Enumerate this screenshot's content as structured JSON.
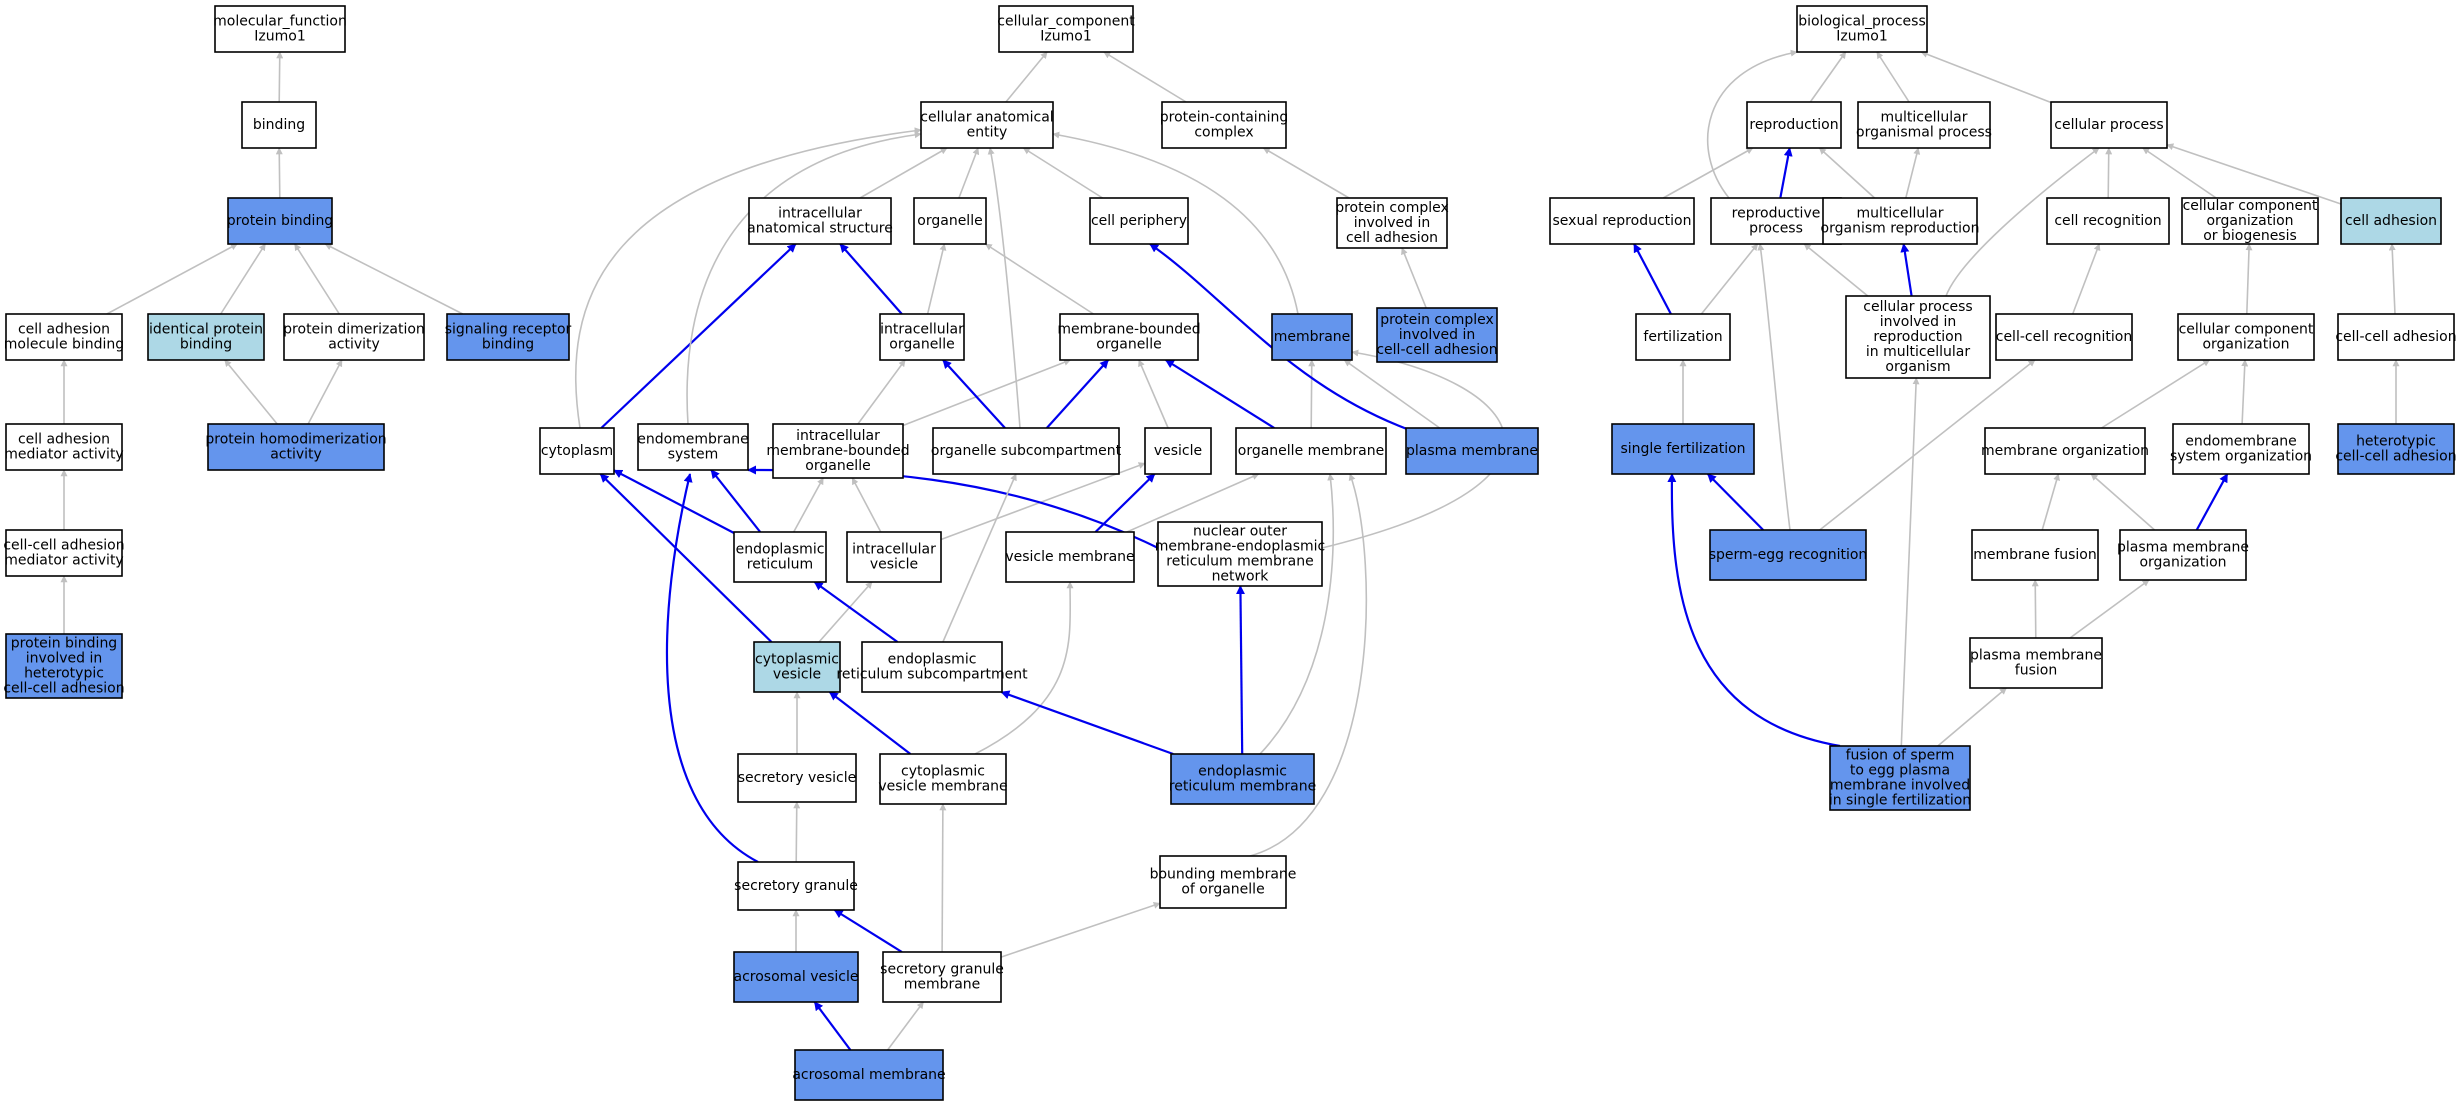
{
  "colors": {
    "default_fill": "#ffffff",
    "highlight_fill": "#6495ed",
    "light_fill": "#add8e6",
    "regulates_edge": "#0000ee",
    "is_a_edge": "#c0c0c0"
  },
  "nodes": [
    {
      "id": "mf",
      "lines": [
        "molecular_function",
        "Izumo1"
      ],
      "fill": "default"
    },
    {
      "id": "binding",
      "lines": [
        "binding"
      ],
      "fill": "default"
    },
    {
      "id": "protbind",
      "lines": [
        "protein binding"
      ],
      "fill": "highlight"
    },
    {
      "id": "cam_bind",
      "lines": [
        "cell adhesion",
        "molecule binding"
      ],
      "fill": "default"
    },
    {
      "id": "ident",
      "lines": [
        "identical protein",
        "binding"
      ],
      "fill": "light"
    },
    {
      "id": "dimer",
      "lines": [
        "protein dimerization",
        "activity"
      ],
      "fill": "default"
    },
    {
      "id": "sigrec",
      "lines": [
        "signaling receptor",
        "binding"
      ],
      "fill": "highlight"
    },
    {
      "id": "homodimer",
      "lines": [
        "protein homodimerization",
        "activity"
      ],
      "fill": "highlight"
    },
    {
      "id": "ca_med",
      "lines": [
        "cell adhesion",
        "mediator activity"
      ],
      "fill": "default"
    },
    {
      "id": "cc_med",
      "lines": [
        "cell-cell adhesion",
        "mediator activity"
      ],
      "fill": "default"
    },
    {
      "id": "pb_hetero",
      "lines": [
        "protein binding",
        "involved in",
        "heterotypic",
        "cell-cell adhesion"
      ],
      "fill": "highlight"
    },
    {
      "id": "cc",
      "lines": [
        "cellular_component",
        "Izumo1"
      ],
      "fill": "default"
    },
    {
      "id": "cae",
      "lines": [
        "cellular anatomical",
        "entity"
      ],
      "fill": "default"
    },
    {
      "id": "pcc",
      "lines": [
        "protein-containing",
        "complex"
      ],
      "fill": "default"
    },
    {
      "id": "ias",
      "lines": [
        "intracellular",
        "anatomical structure"
      ],
      "fill": "default"
    },
    {
      "id": "organelle",
      "lines": [
        "organelle"
      ],
      "fill": "default"
    },
    {
      "id": "periphery",
      "lines": [
        "cell periphery"
      ],
      "fill": "default"
    },
    {
      "id": "pc_adh",
      "lines": [
        "protein complex",
        "involved in",
        "cell adhesion"
      ],
      "fill": "default"
    },
    {
      "id": "io",
      "lines": [
        "intracellular",
        "organelle"
      ],
      "fill": "default"
    },
    {
      "id": "mbo",
      "lines": [
        "membrane-bounded",
        "organelle"
      ],
      "fill": "default"
    },
    {
      "id": "membrane",
      "lines": [
        "membrane"
      ],
      "fill": "highlight"
    },
    {
      "id": "pc_ccadh",
      "lines": [
        "protein complex",
        "involved in",
        "cell-cell adhesion"
      ],
      "fill": "highlight"
    },
    {
      "id": "cytoplasm",
      "lines": [
        "cytoplasm"
      ],
      "fill": "default"
    },
    {
      "id": "endomem",
      "lines": [
        "endomembrane",
        "system"
      ],
      "fill": "default"
    },
    {
      "id": "imbo",
      "lines": [
        "intracellular",
        "membrane-bounded",
        "organelle"
      ],
      "fill": "default"
    },
    {
      "id": "osub",
      "lines": [
        "organelle subcompartment"
      ],
      "fill": "default"
    },
    {
      "id": "vesicle",
      "lines": [
        "vesicle"
      ],
      "fill": "default"
    },
    {
      "id": "omem",
      "lines": [
        "organelle membrane"
      ],
      "fill": "default"
    },
    {
      "id": "pmem",
      "lines": [
        "plasma membrane"
      ],
      "fill": "highlight"
    },
    {
      "id": "er",
      "lines": [
        "endoplasmic",
        "reticulum"
      ],
      "fill": "default"
    },
    {
      "id": "iv",
      "lines": [
        "intracellular",
        "vesicle"
      ],
      "fill": "default"
    },
    {
      "id": "vmem",
      "lines": [
        "vesicle membrane"
      ],
      "fill": "default"
    },
    {
      "id": "nucer",
      "lines": [
        "nuclear outer",
        "membrane-endoplasmic",
        "reticulum membrane",
        "network"
      ],
      "fill": "default"
    },
    {
      "id": "cytves",
      "lines": [
        "cytoplasmic",
        "vesicle"
      ],
      "fill": "light"
    },
    {
      "id": "ersub",
      "lines": [
        "endoplasmic",
        "reticulum subcompartment"
      ],
      "fill": "default"
    },
    {
      "id": "secves",
      "lines": [
        "secretory vesicle"
      ],
      "fill": "default"
    },
    {
      "id": "cvm",
      "lines": [
        "cytoplasmic",
        "vesicle membrane"
      ],
      "fill": "default"
    },
    {
      "id": "ermem",
      "lines": [
        "endoplasmic",
        "reticulum membrane"
      ],
      "fill": "highlight"
    },
    {
      "id": "secgran",
      "lines": [
        "secretory granule"
      ],
      "fill": "default"
    },
    {
      "id": "bmo",
      "lines": [
        "bounding membrane",
        "of organelle"
      ],
      "fill": "default"
    },
    {
      "id": "acrves",
      "lines": [
        "acrosomal vesicle"
      ],
      "fill": "highlight"
    },
    {
      "id": "sgm",
      "lines": [
        "secretory granule",
        "membrane"
      ],
      "fill": "default"
    },
    {
      "id": "acrmem",
      "lines": [
        "acrosomal membrane"
      ],
      "fill": "highlight"
    },
    {
      "id": "bp",
      "lines": [
        "biological_process",
        "Izumo1"
      ],
      "fill": "default"
    },
    {
      "id": "repro",
      "lines": [
        "reproduction"
      ],
      "fill": "default"
    },
    {
      "id": "mop",
      "lines": [
        "multicellular",
        "organismal process"
      ],
      "fill": "default"
    },
    {
      "id": "cellproc",
      "lines": [
        "cellular process"
      ],
      "fill": "default"
    },
    {
      "id": "sexrep",
      "lines": [
        "sexual reproduction"
      ],
      "fill": "default"
    },
    {
      "id": "repproc",
      "lines": [
        "reproductive",
        "process"
      ],
      "fill": "default"
    },
    {
      "id": "mor",
      "lines": [
        "multicellular",
        "organism reproduction"
      ],
      "fill": "default"
    },
    {
      "id": "cellrec",
      "lines": [
        "cell recognition"
      ],
      "fill": "default"
    },
    {
      "id": "ccob",
      "lines": [
        "cellular component",
        "organization",
        "or biogenesis"
      ],
      "fill": "default"
    },
    {
      "id": "celladh",
      "lines": [
        "cell adhesion"
      ],
      "fill": "light"
    },
    {
      "id": "fert",
      "lines": [
        "fertilization"
      ],
      "fill": "default"
    },
    {
      "id": "cpirm",
      "lines": [
        "cellular process",
        "involved in",
        "reproduction",
        "in multicellular",
        "organism"
      ],
      "fill": "default"
    },
    {
      "id": "ccrec",
      "lines": [
        "cell-cell recognition"
      ],
      "fill": "default"
    },
    {
      "id": "cco",
      "lines": [
        "cellular component",
        "organization"
      ],
      "fill": "default"
    },
    {
      "id": "ccadh",
      "lines": [
        "cell-cell adhesion"
      ],
      "fill": "default"
    },
    {
      "id": "singfert",
      "lines": [
        "single fertilization"
      ],
      "fill": "highlight"
    },
    {
      "id": "memorg",
      "lines": [
        "membrane organization"
      ],
      "fill": "default"
    },
    {
      "id": "esorg",
      "lines": [
        "endomembrane",
        "system organization"
      ],
      "fill": "default"
    },
    {
      "id": "hetcc",
      "lines": [
        "heterotypic",
        "cell-cell adhesion"
      ],
      "fill": "highlight"
    },
    {
      "id": "sperm",
      "lines": [
        "sperm-egg recognition"
      ],
      "fill": "highlight"
    },
    {
      "id": "memfus",
      "lines": [
        "membrane fusion"
      ],
      "fill": "default"
    },
    {
      "id": "pmorg",
      "lines": [
        "plasma membrane",
        "organization"
      ],
      "fill": "default"
    },
    {
      "id": "pmfus",
      "lines": [
        "plasma membrane",
        "fusion"
      ],
      "fill": "default"
    },
    {
      "id": "fusion",
      "lines": [
        "fusion of sperm",
        "to egg plasma",
        "membrane involved",
        "in single fertilization"
      ],
      "fill": "highlight"
    }
  ],
  "edges": [
    {
      "from": "binding",
      "to": "mf",
      "type": "is_a"
    },
    {
      "from": "protbind",
      "to": "binding",
      "type": "is_a"
    },
    {
      "from": "cam_bind",
      "to": "protbind",
      "type": "is_a"
    },
    {
      "from": "ident",
      "to": "protbind",
      "type": "is_a"
    },
    {
      "from": "dimer",
      "to": "protbind",
      "type": "is_a"
    },
    {
      "from": "sigrec",
      "to": "protbind",
      "type": "is_a"
    },
    {
      "from": "homodimer",
      "to": "ident",
      "type": "is_a"
    },
    {
      "from": "homodimer",
      "to": "dimer",
      "type": "is_a"
    },
    {
      "from": "ca_med",
      "to": "cam_bind",
      "type": "is_a"
    },
    {
      "from": "cc_med",
      "to": "ca_med",
      "type": "is_a"
    },
    {
      "from": "pb_hetero",
      "to": "cc_med",
      "type": "is_a"
    },
    {
      "from": "cae",
      "to": "cc",
      "type": "is_a"
    },
    {
      "from": "pcc",
      "to": "cc",
      "type": "is_a"
    },
    {
      "from": "ias",
      "to": "cae",
      "type": "is_a"
    },
    {
      "from": "organelle",
      "to": "cae",
      "type": "is_a"
    },
    {
      "from": "periphery",
      "to": "cae",
      "type": "is_a"
    },
    {
      "from": "pc_adh",
      "to": "pcc",
      "type": "is_a"
    },
    {
      "from": "io",
      "to": "ias",
      "type": "part_of"
    },
    {
      "from": "io",
      "to": "organelle",
      "type": "is_a"
    },
    {
      "from": "mbo",
      "to": "organelle",
      "type": "is_a"
    },
    {
      "from": "membrane",
      "to": "cae",
      "type": "is_a"
    },
    {
      "from": "pc_ccadh",
      "to": "pc_adh",
      "type": "is_a"
    },
    {
      "from": "cytoplasm",
      "to": "ias",
      "type": "part_of"
    },
    {
      "from": "cytoplasm",
      "to": "cae",
      "type": "is_a"
    },
    {
      "from": "endomem",
      "to": "cae",
      "type": "is_a"
    },
    {
      "from": "imbo",
      "to": "io",
      "type": "is_a"
    },
    {
      "from": "imbo",
      "to": "mbo",
      "type": "is_a"
    },
    {
      "from": "osub",
      "to": "io",
      "type": "part_of"
    },
    {
      "from": "osub",
      "to": "mbo",
      "type": "part_of"
    },
    {
      "from": "osub",
      "to": "cae",
      "type": "is_a"
    },
    {
      "from": "vesicle",
      "to": "mbo",
      "type": "is_a"
    },
    {
      "from": "omem",
      "to": "mbo",
      "type": "part_of"
    },
    {
      "from": "omem",
      "to": "membrane",
      "type": "is_a"
    },
    {
      "from": "pmem",
      "to": "periphery",
      "type": "part_of"
    },
    {
      "from": "pmem",
      "to": "membrane",
      "type": "is_a"
    },
    {
      "from": "er",
      "to": "cytoplasm",
      "type": "part_of"
    },
    {
      "from": "er",
      "to": "endomem",
      "type": "part_of"
    },
    {
      "from": "er",
      "to": "imbo",
      "type": "is_a"
    },
    {
      "from": "iv",
      "to": "vesicle",
      "type": "is_a"
    },
    {
      "from": "iv",
      "to": "imbo",
      "type": "is_a"
    },
    {
      "from": "vmem",
      "to": "vesicle",
      "type": "part_of"
    },
    {
      "from": "vmem",
      "to": "omem",
      "type": "is_a"
    },
    {
      "from": "nucer",
      "to": "endomem",
      "type": "part_of"
    },
    {
      "from": "nucer",
      "to": "membrane",
      "type": "is_a"
    },
    {
      "from": "cytves",
      "to": "cytoplasm",
      "type": "part_of"
    },
    {
      "from": "cytves",
      "to": "iv",
      "type": "is_a"
    },
    {
      "from": "ersub",
      "to": "er",
      "type": "part_of"
    },
    {
      "from": "ersub",
      "to": "osub",
      "type": "is_a"
    },
    {
      "from": "secves",
      "to": "cytves",
      "type": "is_a"
    },
    {
      "from": "cvm",
      "to": "cytves",
      "type": "part_of"
    },
    {
      "from": "cvm",
      "to": "vmem",
      "type": "is_a"
    },
    {
      "from": "ermem",
      "to": "ersub",
      "type": "part_of"
    },
    {
      "from": "ermem",
      "to": "nucer",
      "type": "part_of"
    },
    {
      "from": "ermem",
      "to": "omem",
      "type": "is_a"
    },
    {
      "from": "secgran",
      "to": "secves",
      "type": "is_a"
    },
    {
      "from": "secgran",
      "to": "endomem",
      "type": "part_of"
    },
    {
      "from": "bmo",
      "to": "omem",
      "type": "is_a"
    },
    {
      "from": "acrves",
      "to": "secgran",
      "type": "is_a"
    },
    {
      "from": "sgm",
      "to": "secgran",
      "type": "part_of"
    },
    {
      "from": "sgm",
      "to": "cvm",
      "type": "is_a"
    },
    {
      "from": "sgm",
      "to": "bmo",
      "type": "is_a"
    },
    {
      "from": "acrmem",
      "to": "acrves",
      "type": "part_of"
    },
    {
      "from": "acrmem",
      "to": "sgm",
      "type": "is_a"
    },
    {
      "from": "repro",
      "to": "bp",
      "type": "is_a"
    },
    {
      "from": "mop",
      "to": "bp",
      "type": "is_a"
    },
    {
      "from": "cellproc",
      "to": "bp",
      "type": "is_a"
    },
    {
      "from": "repproc",
      "to": "bp",
      "type": "is_a"
    },
    {
      "from": "sexrep",
      "to": "repro",
      "type": "is_a"
    },
    {
      "from": "repproc",
      "to": "repro",
      "type": "part_of"
    },
    {
      "from": "mor",
      "to": "repro",
      "type": "is_a"
    },
    {
      "from": "mor",
      "to": "mop",
      "type": "is_a"
    },
    {
      "from": "cellrec",
      "to": "cellproc",
      "type": "is_a"
    },
    {
      "from": "ccob",
      "to": "cellproc",
      "type": "is_a"
    },
    {
      "from": "celladh",
      "to": "cellproc",
      "type": "is_a"
    },
    {
      "from": "fert",
      "to": "sexrep",
      "type": "part_of"
    },
    {
      "from": "fert",
      "to": "repproc",
      "type": "is_a"
    },
    {
      "from": "cpirm",
      "to": "mor",
      "type": "part_of"
    },
    {
      "from": "cpirm",
      "to": "repproc",
      "type": "is_a"
    },
    {
      "from": "cpirm",
      "to": "cellproc",
      "type": "is_a"
    },
    {
      "from": "ccrec",
      "to": "cellrec",
      "type": "is_a"
    },
    {
      "from": "cco",
      "to": "ccob",
      "type": "is_a"
    },
    {
      "from": "ccadh",
      "to": "celladh",
      "type": "is_a"
    },
    {
      "from": "singfert",
      "to": "fert",
      "type": "is_a"
    },
    {
      "from": "memorg",
      "to": "cco",
      "type": "is_a"
    },
    {
      "from": "esorg",
      "to": "cco",
      "type": "is_a"
    },
    {
      "from": "hetcc",
      "to": "ccadh",
      "type": "is_a"
    },
    {
      "from": "sperm",
      "to": "singfert",
      "type": "part_of"
    },
    {
      "from": "sperm",
      "to": "repproc",
      "type": "is_a"
    },
    {
      "from": "sperm",
      "to": "ccrec",
      "type": "is_a"
    },
    {
      "from": "memfus",
      "to": "memorg",
      "type": "is_a"
    },
    {
      "from": "pmorg",
      "to": "memorg",
      "type": "is_a"
    },
    {
      "from": "pmorg",
      "to": "esorg",
      "type": "part_of"
    },
    {
      "from": "pmfus",
      "to": "memfus",
      "type": "is_a"
    },
    {
      "from": "pmfus",
      "to": "pmorg",
      "type": "is_a"
    },
    {
      "from": "fusion",
      "to": "singfert",
      "type": "part_of"
    },
    {
      "from": "fusion",
      "to": "cpirm",
      "type": "is_a"
    },
    {
      "from": "fusion",
      "to": "pmfus",
      "type": "is_a"
    }
  ]
}
